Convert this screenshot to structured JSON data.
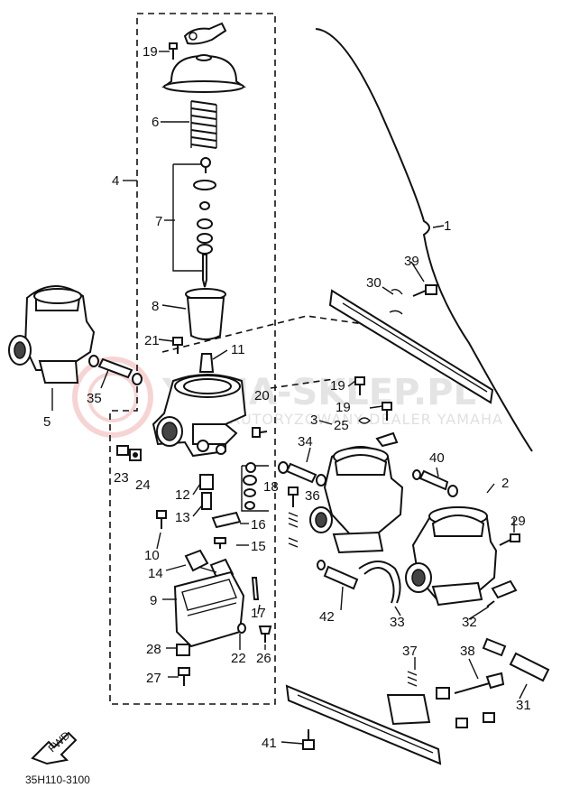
{
  "diagram": {
    "callouts": {
      "c1": "1",
      "c2": "2",
      "c3": "3",
      "c4": "4",
      "c5": "5",
      "c6": "6",
      "c7": "7",
      "c8": "8",
      "c9": "9",
      "c10": "10",
      "c11": "11",
      "c12": "12",
      "c13": "13",
      "c14": "14",
      "c15": "15",
      "c16": "16",
      "c17": "17",
      "c18": "18",
      "c19a": "19",
      "c19b": "19",
      "c19c": "19",
      "c20": "20",
      "c21": "21",
      "c22": "22",
      "c23": "23",
      "c24": "24",
      "c25": "25",
      "c26": "26",
      "c27": "27",
      "c28": "28",
      "c29": "29",
      "c30": "30",
      "c31": "31",
      "c32": "32",
      "c33": "33",
      "c34": "34",
      "c35": "35",
      "c36": "36",
      "c37": "37",
      "c38": "38",
      "c39": "39",
      "c40": "40",
      "c41": "41",
      "c42": "42"
    },
    "fwd_label": "FWD",
    "drawing_code": "35H110-3100",
    "watermark": {
      "main": "YAMA-SKLEP.PL",
      "sub": "AUTORYZOWANY DEALER YAMAHA"
    }
  }
}
